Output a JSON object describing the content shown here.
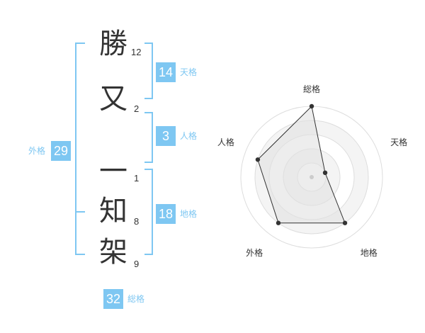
{
  "characters": [
    {
      "char": "勝",
      "strokes": "12"
    },
    {
      "char": "又",
      "strokes": "2"
    },
    {
      "char": "一",
      "strokes": "1"
    },
    {
      "char": "知",
      "strokes": "8"
    },
    {
      "char": "架",
      "strokes": "9"
    }
  ],
  "scores": {
    "tenkaku": {
      "label": "天格",
      "value": "14"
    },
    "jinkaku": {
      "label": "人格",
      "value": "3"
    },
    "chikaku": {
      "label": "地格",
      "value": "18"
    },
    "gaikaku": {
      "label": "外格",
      "value": "29"
    },
    "soukaku": {
      "label": "総格",
      "value": "32"
    }
  },
  "accent_color": "#7ec7f2",
  "chart_data": {
    "type": "radar",
    "axes": [
      "総格",
      "天格",
      "地格",
      "外格",
      "人格"
    ],
    "values": [
      5,
      1,
      4,
      4,
      4
    ],
    "max": 5,
    "rings": 5
  }
}
